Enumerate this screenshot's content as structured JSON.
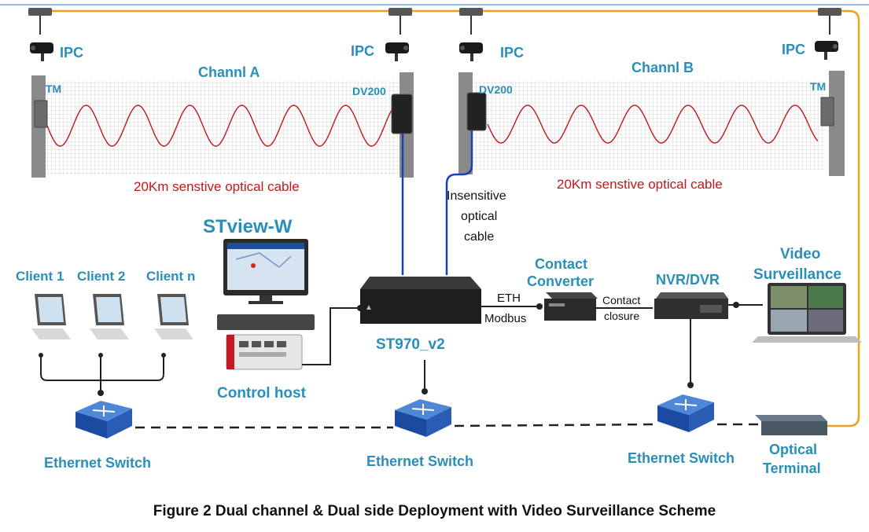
{
  "labels": {
    "ipc": "IPC",
    "tm": "TM",
    "dv200": "DV200",
    "channel_a": "Channl A",
    "channel_b": "Channl B",
    "cable": "20Km senstive optical cable",
    "insensitive_1": "Insensitive",
    "insensitive_2": "optical",
    "insensitive_3": "cable",
    "stview": "STview-W",
    "client_1": "Client 1",
    "client_2": "Client 2",
    "client_n": "Client n",
    "control_host": "Control host",
    "st970": "ST970_v2",
    "eth": "ETH",
    "modbus": "Modbus",
    "contact_converter_1": "Contact",
    "contact_converter_2": "Converter",
    "contact_closure_1": "Contact",
    "contact_closure_2": "closure",
    "nvr": "NVR/DVR",
    "video_1": "Video",
    "video_2": "Surveillance",
    "ethernet_switch": "Ethernet Switch",
    "optical_1": "Optical",
    "optical_2": "Terminal"
  },
  "caption": "Figure 2  Dual channel & Dual side Deployment with Video Surveillance Scheme",
  "colors": {
    "label_blue": "#2a8fb8",
    "cable_red": "#c0181c",
    "fiber_blue": "#1a3fb8",
    "orange_line": "#f0a020"
  },
  "icons": [
    "ip-camera-icon",
    "poe-switch-icon",
    "ethernet-switch-icon",
    "laptop-icon",
    "server-icon",
    "monitor-icon",
    "nvr-icon"
  ]
}
